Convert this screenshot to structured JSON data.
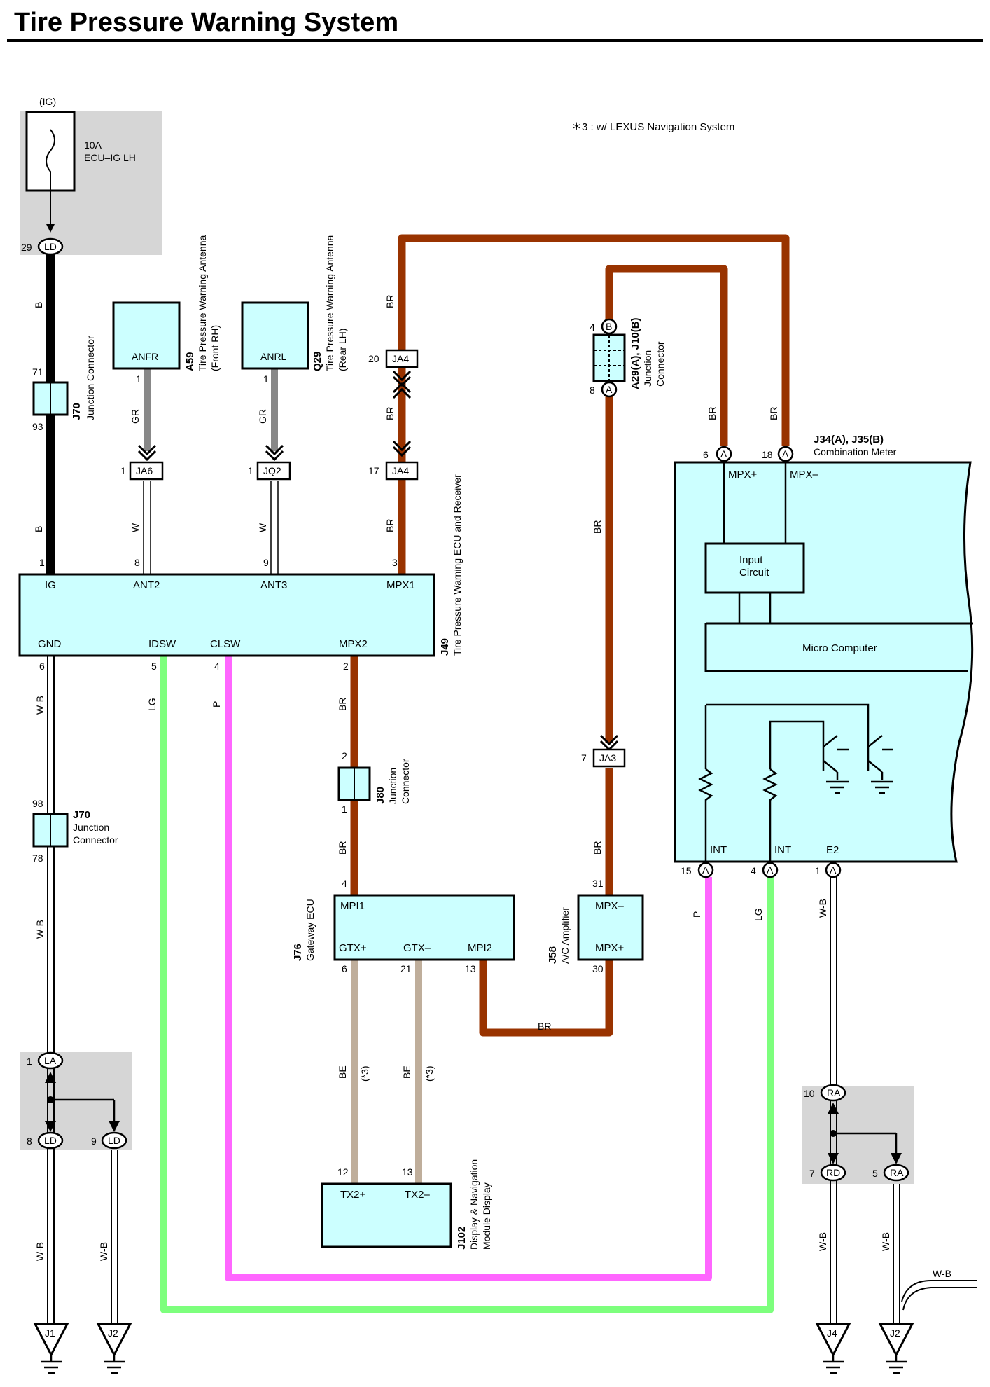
{
  "title": "Tire Pressure Warning System",
  "note": "＊3 : w/ LEXUS Navigation System",
  "colors": {
    "box_fill": "#ccffff",
    "shade": "#d6d6d6",
    "wire_br": "#993300",
    "wire_b": "#000000",
    "wire_gr": "#888888",
    "wire_p": "#ff66ff",
    "wire_lg": "#7dff7d",
    "wire_be": "#bfae9b",
    "wire_wb": "#ffffff"
  },
  "ig": {
    "label": "(IG)",
    "fuse_amp": "10A",
    "fuse_name": "ECU–IG LH",
    "pin": "29",
    "conn": "LD"
  },
  "antenna_fr": {
    "code": "A59",
    "name": "Tire Pressure Warning Antenna",
    "sub": "(Front RH)",
    "term": "ANFR",
    "pin": "1",
    "conn_pin": "1",
    "conn": "JA6",
    "wire1": "GR",
    "wire2": "W"
  },
  "antenna_rl": {
    "code": "Q29",
    "name": "Tire Pressure Warning Antenna",
    "sub": "(Rear LH)",
    "term": "ANRL",
    "pin": "1",
    "conn_pin": "1",
    "conn": "JQ2",
    "wire1": "GR",
    "wire2": "W"
  },
  "jc_j70_top": {
    "code": "J70",
    "name": "Junction Connector",
    "pin_top": "71",
    "pin_bot": "93"
  },
  "jc_j70_bot": {
    "code": "J70",
    "name1": "Junction",
    "name2": "Connector",
    "pin_top": "98",
    "pin_bot": "78"
  },
  "ja4": {
    "pin_top": "20",
    "pin_bot": "17",
    "conn": "JA4"
  },
  "a29": {
    "code": "A29(A), J10(B)",
    "name1": "Junction",
    "name2": "Connector",
    "pin_top": "4",
    "letter_top": "B",
    "pin_bot": "8",
    "letter_bot": "A"
  },
  "ecu": {
    "code": "J49",
    "name": "Tire Pressure Warning ECU and Receiver",
    "top_terms": [
      "IG",
      "ANT2",
      "ANT3",
      "MPX1"
    ],
    "top_pins": [
      "1",
      "8",
      "9",
      "3"
    ],
    "bot_terms": [
      "GND",
      "IDSW",
      "CLSW",
      "MPX2"
    ],
    "bot_pins": [
      "6",
      "5",
      "4",
      "2"
    ]
  },
  "meter": {
    "code": "J34(A), J35(B)",
    "name": "Combination Meter",
    "pin_mpxp": "6",
    "pin_mpxm": "18",
    "letter": "A",
    "mpxp": "MPX+",
    "mpxm": "MPX–",
    "input1": "Input",
    "input2": "Circuit",
    "micro": "Micro Computer",
    "bot_terms": [
      "INT",
      "INT",
      "E2"
    ],
    "bot_pins": [
      "15",
      "4",
      "1"
    ]
  },
  "j80": {
    "code": "J80",
    "name1": "Junction",
    "name2": "Connector",
    "pin_top": "2",
    "pin_bot": "1"
  },
  "ja3": {
    "pin": "7",
    "conn": "JA3"
  },
  "gateway": {
    "code": "J76",
    "name": "Gateway ECU",
    "top_term": "MPI1",
    "top_pin": "4",
    "bot_terms": [
      "GTX+",
      "GTX–",
      "MPI2"
    ],
    "bot_pins": [
      "6",
      "21",
      "13"
    ]
  },
  "ac": {
    "code": "J58",
    "name": "A/C Amplifier",
    "top_term": "MPX–",
    "top_pin": "31",
    "bot_term": "MPX+",
    "bot_pin": "30"
  },
  "display": {
    "code": "J102",
    "name1": "Display & Navigation",
    "name2": "Module Display",
    "terms": [
      "TX2+",
      "TX2–"
    ],
    "pins": [
      "12",
      "13"
    ]
  },
  "wires": {
    "b": "B",
    "br": "BR",
    "wb": "W-B",
    "lg": "LG",
    "p": "P",
    "be": "BE",
    "note3": "(*3)",
    "gr": "GR",
    "w": "W"
  },
  "lh_junction": {
    "top_pin": "1",
    "top_conn": "LA",
    "pins": [
      "8",
      "9"
    ],
    "conn": "LD"
  },
  "rh_junction": {
    "top_pin": "10",
    "top_conn": "RA",
    "pins": [
      "7",
      "5"
    ],
    "conns": [
      "RD",
      "RA"
    ]
  },
  "grounds": [
    "J1",
    "J2",
    "J4",
    "J2"
  ]
}
